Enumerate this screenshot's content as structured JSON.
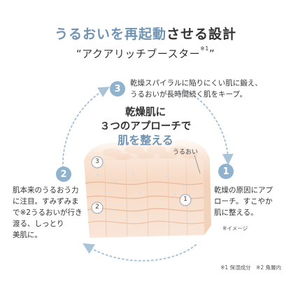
{
  "headline": {
    "accent": "うるおいを再起動",
    "rest": "させる設計"
  },
  "subtitle": {
    "text": "“アクアリッチブースター",
    "sup": "※1",
    "close": "”"
  },
  "center": {
    "line1": "乾燥肌に",
    "line2": "３つのアプローチで",
    "line3": "肌を整える"
  },
  "steps": [
    {
      "number": "1",
      "lines": [
        "乾燥の原因にアプ",
        "ローチ。すこやか",
        "肌に整える。"
      ]
    },
    {
      "number": "2",
      "lines": [
        "肌本来のうるおう力",
        "に注目。すみずみま",
        "で※2うるおいが行き",
        "渡る、しっとり",
        "美肌に。"
      ]
    },
    {
      "number": "3",
      "lines": [
        "乾燥スパイラルに陥りにくい肌に鍛え、",
        "うるおいが長時間続く肌をキープ。"
      ]
    }
  ],
  "cube_labels": {
    "moisture": "うるおい",
    "layer1": "1",
    "layer2": "2",
    "layer3": "3"
  },
  "image_note": "※イメージ",
  "footnotes": "※1 保湿成分　※2 角層内",
  "colors": {
    "accent": "#6f93b4",
    "badge": "#8fb3cf",
    "arc": "#a9c3d8",
    "skin": "#f3c6a6"
  }
}
